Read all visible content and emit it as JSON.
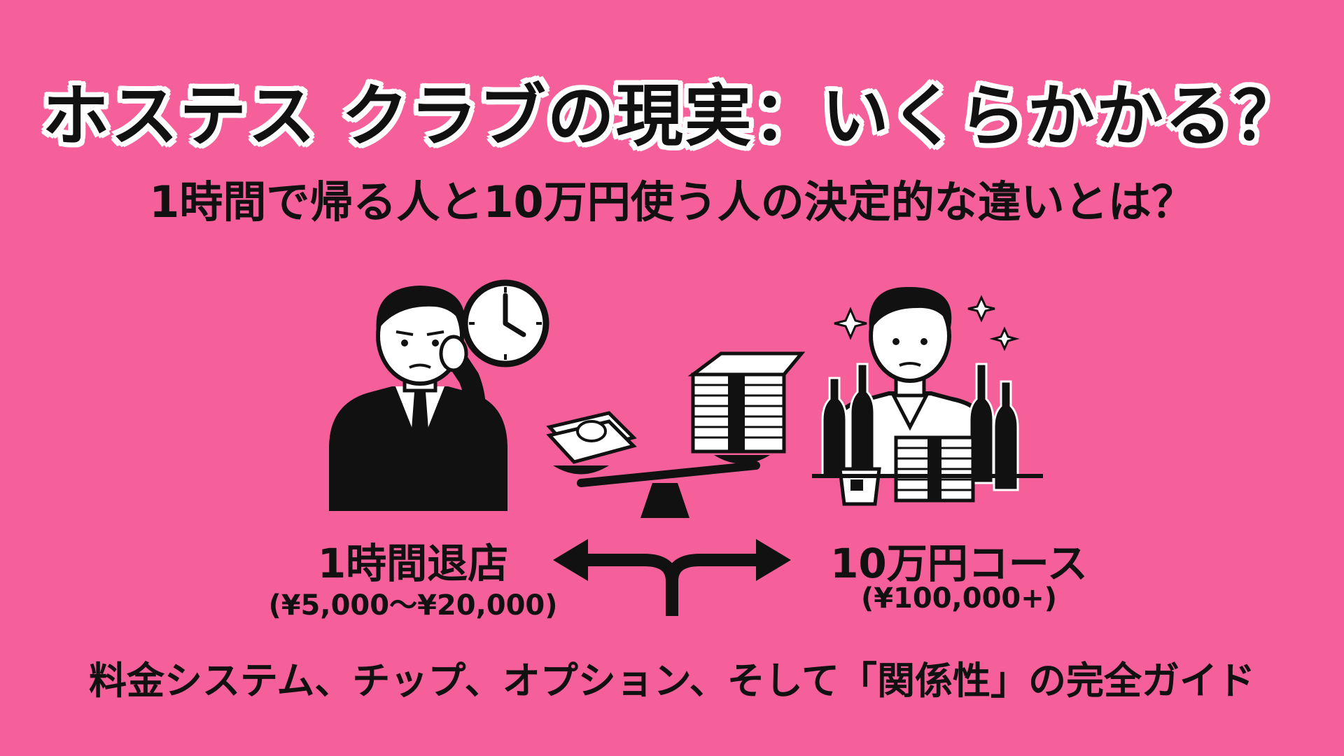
{
  "title": "ホステス クラブの現実：いくらかかる？",
  "subtitle": "1時間で帰る人と10万円使う人の決定的な違いとは？",
  "left": {
    "label": "1時間退店",
    "price": "(¥5,000〜¥20,000)"
  },
  "right": {
    "label": "10万円コース",
    "price": "(¥100,000+)"
  },
  "footer": "料金システム、チップ、オプション、そして「関係性」の完全ガイド",
  "colors": {
    "background": "#f5609a",
    "ink": "#111111"
  },
  "icons": [
    "businessman-phone-icon",
    "clock-icon",
    "money-stack-icon",
    "balance-scale-icon",
    "split-arrow-icon",
    "casual-man-icon",
    "liquor-bottle-icon",
    "whisky-glass-icon",
    "sparkle-icon"
  ]
}
